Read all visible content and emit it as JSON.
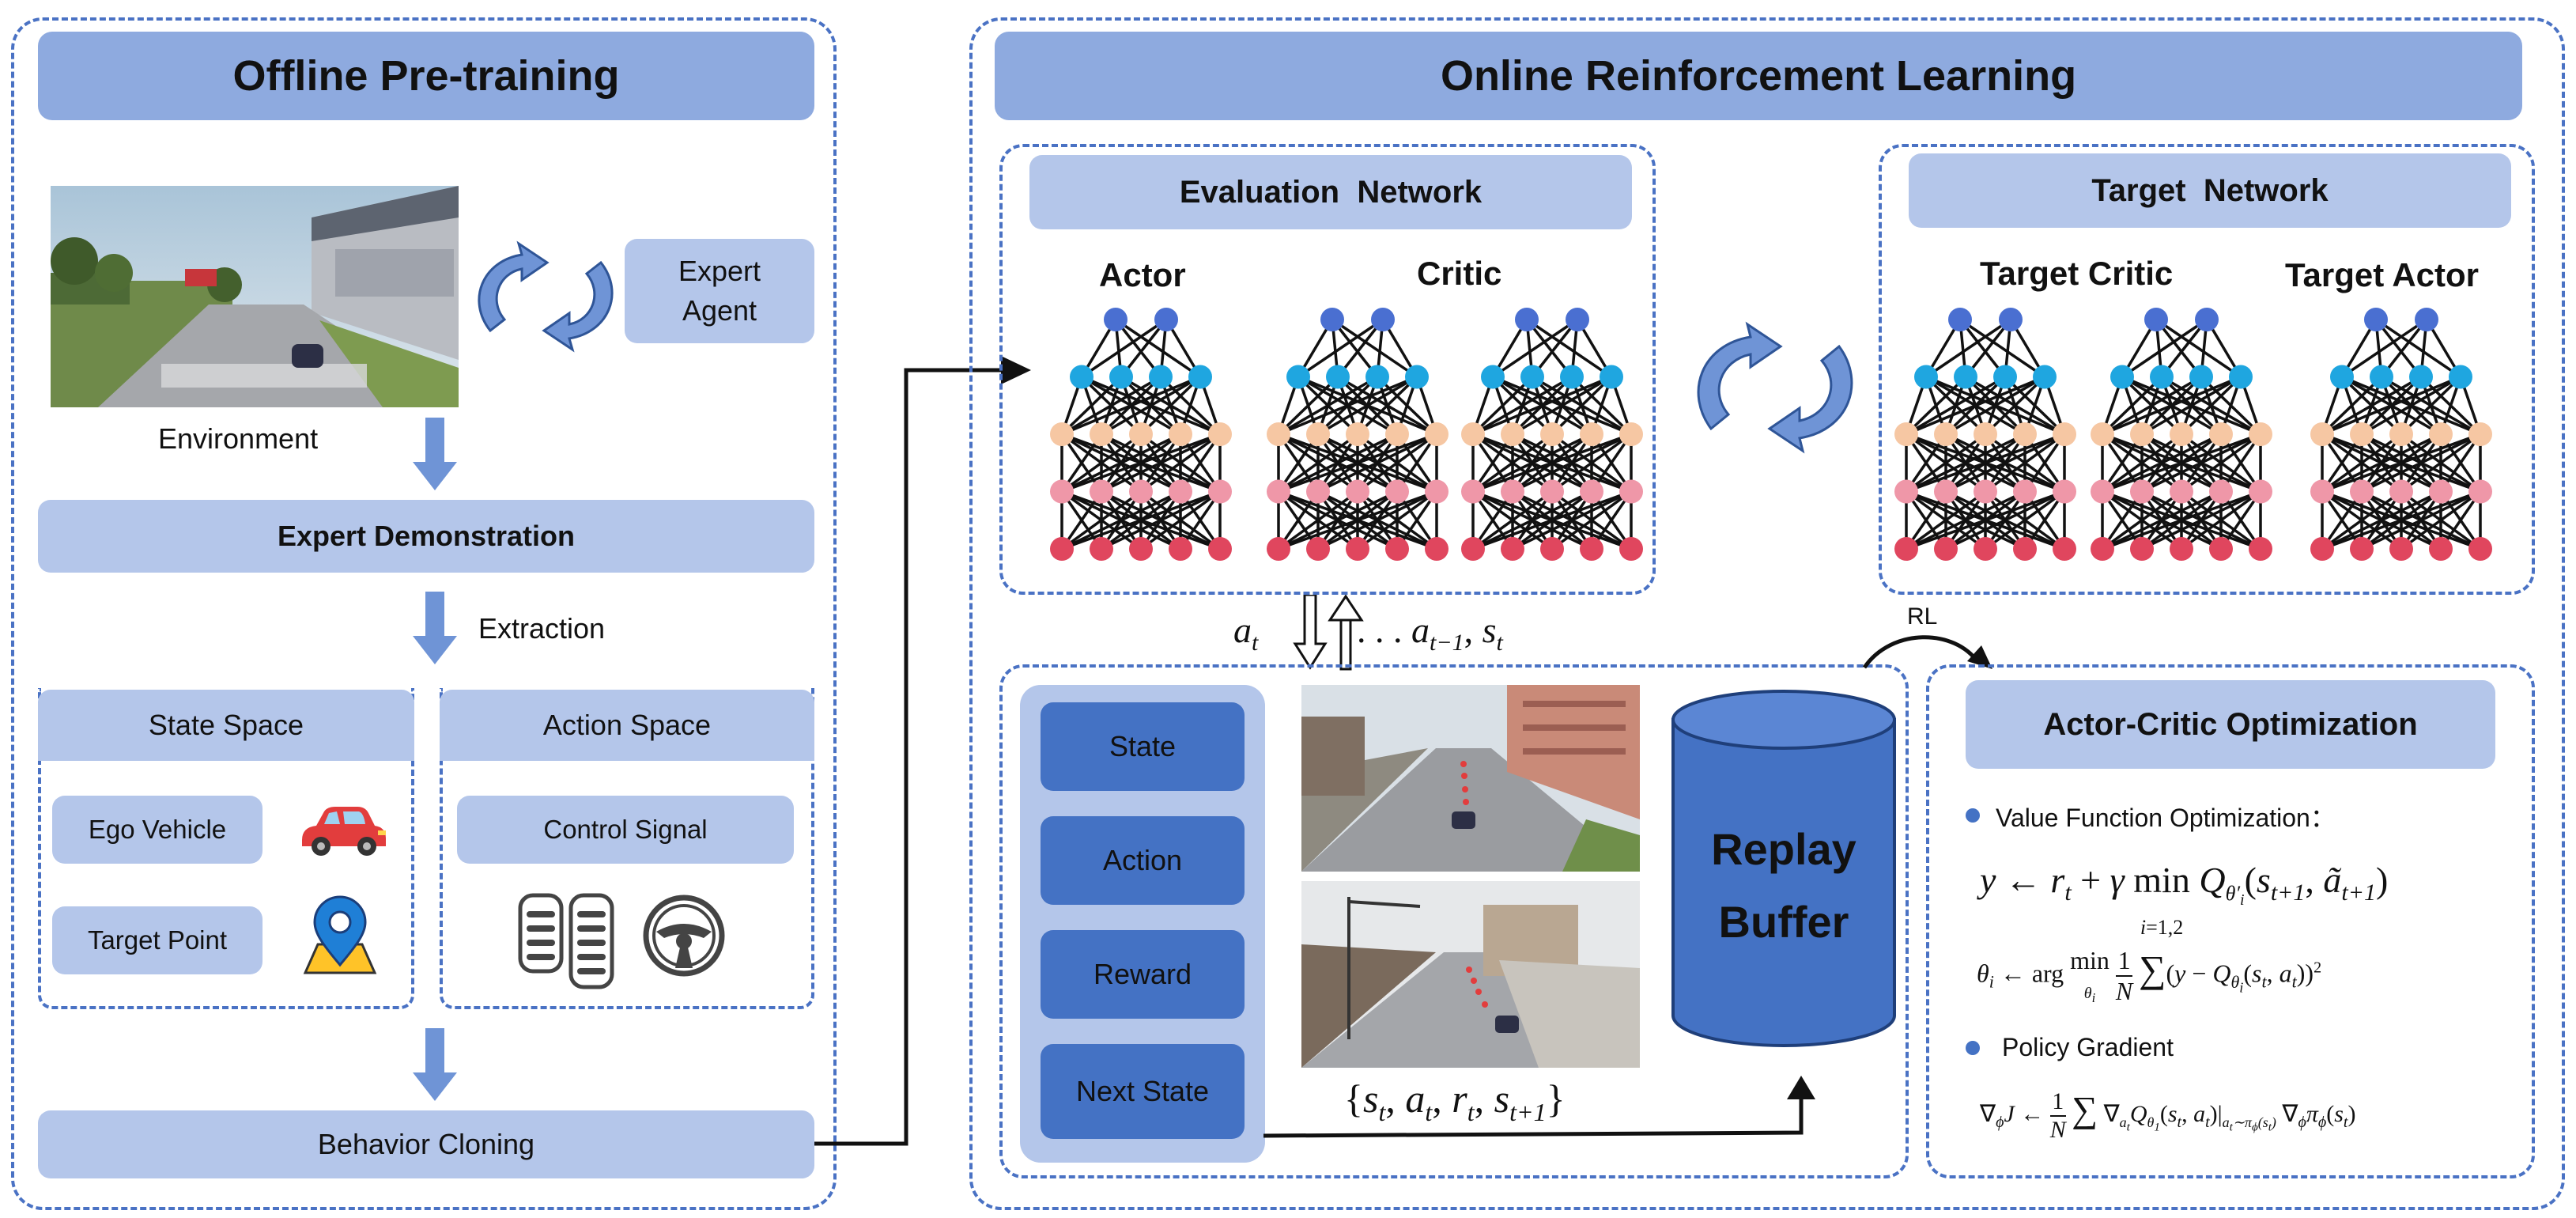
{
  "offline": {
    "title": "Offline Pre-training",
    "expert_agent": "Expert\nAgent",
    "environment": "Environment",
    "expert_demo": "Expert Demonstration",
    "extraction": "Extraction",
    "state_space": "State Space",
    "action_space": "Action Space",
    "ego_vehicle": "Ego Vehicle",
    "target_point": "Target Point",
    "control_signal": "Control Signal",
    "behavior_cloning": "Behavior Cloning"
  },
  "online": {
    "title": "Online Reinforcement Learning",
    "eval_network": "Evaluation  Network",
    "target_network": "Target  Network",
    "actor": "Actor",
    "critic": "Critic",
    "target_critic": "Target Critic",
    "target_actor": "Target Actor",
    "buffer_items": [
      "State",
      "Action",
      "Reward",
      "Next State"
    ],
    "replay_buffer": "Replay\nBuffer",
    "rl": "RL",
    "aco_title": "Actor-Critic Optimization",
    "value_fn": "Value Function Optimization：",
    "policy_grad": "Policy Gradient"
  },
  "colors": {
    "header": "#8eaadf",
    "light_box": "#b4c6ea",
    "dark_box": "#4472c4",
    "dash": "#4a72c4",
    "node_blue": "#4a6fd1",
    "node_cyan": "#1fa6e0",
    "node_peach": "#f6c7a3",
    "node_pink": "#ef97a8",
    "node_red": "#e0465e"
  },
  "icons": [
    "cycle-arrows-icon",
    "car-icon",
    "map-pin-icon",
    "pedals-icon",
    "steering-wheel-icon"
  ]
}
